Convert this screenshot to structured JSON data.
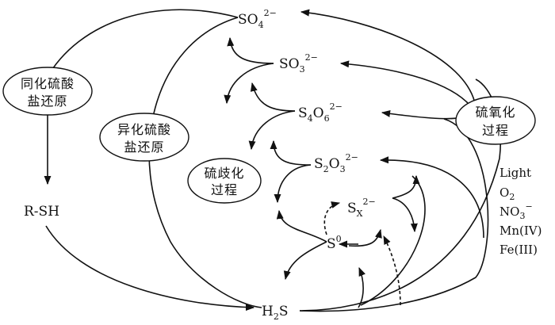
{
  "species": {
    "so4": {
      "base": "SO",
      "sub": "4",
      "sup": "2−"
    },
    "so3": {
      "base": "SO",
      "sub": "3",
      "sup": "2−"
    },
    "s4o6": {
      "base1": "S",
      "sub1": "4",
      "base2": "O",
      "sub2": "6",
      "sup": "2−"
    },
    "s2o3": {
      "base1": "S",
      "sub1": "2",
      "base2": "O",
      "sub2": "3",
      "sup": "2−"
    },
    "sx": {
      "base": "S",
      "sub": "X",
      "sup": "2−"
    },
    "s0": {
      "base": "S",
      "sup": "0"
    },
    "h2s": {
      "base1": "H",
      "sub": "2",
      "base2": "S"
    },
    "rsh": "R-SH"
  },
  "processes": {
    "assimilatory": [
      "同化硫酸",
      "盐还原"
    ],
    "dissimilatory": [
      "异化硫酸",
      "盐还原"
    ],
    "disproportionation": [
      "硫歧化",
      "过程"
    ],
    "oxidation": [
      "硫氧化",
      "过程"
    ]
  },
  "conditions": {
    "light": "Light",
    "o2": {
      "base": "O",
      "sub": "2"
    },
    "no3": {
      "base": "NO",
      "sub": "3",
      "sup": "−"
    },
    "mn": "Mn(IV)",
    "fe": "Fe(III)"
  }
}
